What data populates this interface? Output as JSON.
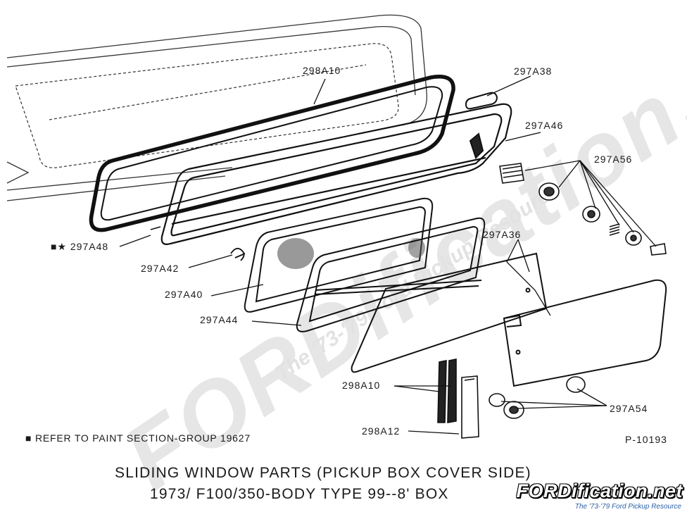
{
  "watermark": {
    "brand": "FORDification.net",
    "tagline": "The '73-'79 Ford Pickup Resource"
  },
  "callouts": [
    {
      "id": "c1",
      "text": "298A10"
    },
    {
      "id": "c2",
      "text": "297A38"
    },
    {
      "id": "c3",
      "text": "297A46"
    },
    {
      "id": "c4",
      "text": "297A56"
    },
    {
      "id": "c5",
      "text": "■★ 297A48"
    },
    {
      "id": "c6",
      "text": "297A42"
    },
    {
      "id": "c7",
      "text": "297A36"
    },
    {
      "id": "c8",
      "text": "297A40"
    },
    {
      "id": "c9",
      "text": "297A44"
    },
    {
      "id": "c10",
      "text": "298A10"
    },
    {
      "id": "c11",
      "text": "297A54"
    },
    {
      "id": "c12",
      "text": "298A12"
    }
  ],
  "footnote": "■  REFER TO PAINT SECTION-GROUP 19627",
  "figure_number": "P-10193",
  "title_line1": "SLIDING WINDOW PARTS (PICKUP BOX COVER SIDE)",
  "title_line2": "1973/    F100/350-BODY TYPE 99--8' BOX",
  "logo": {
    "text": "FORDification.net",
    "subtext": "The '73-'79 Ford Pickup Resource"
  }
}
